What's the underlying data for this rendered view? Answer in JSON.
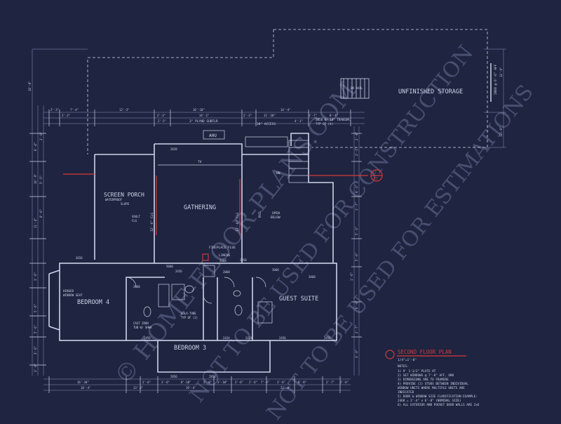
{
  "colors": {
    "background": "#1f2440",
    "line": "#cdd3ea",
    "line_dim": "#8d95b8",
    "accent_red": "#d23a3a",
    "watermark": "#6b7296"
  },
  "rooms": {
    "unfinished_storage": "UNFINISHED STORAGE",
    "screen_porch": "SCREEN PORCH",
    "gathering": "GATHERING",
    "bedroom4": "BEDROOM 4",
    "bedroom3": "BEDROOM 3",
    "guest_suite": "GUEST SUITE",
    "ahu": "AHU",
    "linens": "LINENS",
    "open_below": "OPEN",
    "open_below2": "BELOW",
    "down": "DN"
  },
  "notes_small": {
    "plywd_subfl": "3\" PLYWD SUBFLR",
    "transom": "2850 W/ 18\" TRANSOM,",
    "transom2": "TYP OF (4)",
    "access": "30\" ACCESS",
    "waterproof": "WATERPROOF",
    "slope": "SLOPE",
    "vault": "VAULT",
    "clg": "CLG",
    "fireplace_flue": "FIREPLACE FLUE",
    "hinged": "HINGED",
    "window_seat": "WINDOW SEAT",
    "cast_iron": "CAST IRON",
    "tub_shwr": "TUB W/ SHWR",
    "sola_tube": "SOLA-TUBE",
    "typ_of_2": "TYP OF (2)",
    "tv": "TV",
    "rail": "RAIL",
    "stair_rail": "DN RAIL"
  },
  "door_tags": [
    "2828",
    "5068",
    "3656",
    "2456",
    "2424",
    "2424",
    "2456",
    "2456",
    "2456",
    "2856",
    "2856",
    "2068",
    "2068",
    "5068",
    "2850",
    "2868",
    "2860"
  ],
  "ceiling_heights": [
    "12'-6\" CLG",
    "12'-6\" CLG"
  ],
  "dims_top": [
    "2'-3\"",
    "7'-4\"",
    "12'-3\"",
    "2'-3\"",
    "16'-10\"",
    "2'-3\"",
    "11'-10\"",
    "14'-4\"",
    "3'-7\"",
    "3'-3\"",
    "14'-1\"",
    "2'-5\"",
    "8'-4\"",
    "4'-1\""
  ],
  "dims_bottom": [
    "16'-10\"",
    "18'-4\"",
    "2'-6\"",
    "3'-6\"",
    "8'-10\"",
    "2'-0\"",
    "3'-10\"",
    "19'-4\"",
    "13'-2\"",
    "2'-6\"",
    "2'-6\"",
    "7'-3\"",
    "3'-6\"",
    "22'-0\"",
    "8'-8\"",
    "2'-7\"",
    "2'-6\""
  ],
  "dims_left": [
    "18'-8\"",
    "8'-4\"",
    "2'-0\"",
    "10'-9\"",
    "5'-5\"",
    "11'-4\"",
    "8'-6\"",
    "3'-6\"",
    "5'-6\"",
    "5'-6\"",
    "3'-6\"",
    "3'-0\""
  ],
  "dims_right": [
    "12'-0\"",
    "12'-0\"",
    "2'-4\"",
    "2'-1\"",
    "4'-2\"",
    "1'-7\"",
    "5'-3\"",
    "5'-0\"",
    "1'-6\"",
    "6'-0\"",
    "2'-7\"",
    "3'-0\""
  ],
  "storage_window": "2868 @ 6'-6\" AFF",
  "plan_title": "SECOND FLOOR PLAN",
  "plan_scale": "1/4\"=1'-0\"",
  "notes": {
    "heading": "NOTES:",
    "lines": [
      "1) 9' 1-1/2\" PLATE HT",
      "2) SET WINDOWS @ 7'-8\" AFF, UNO",
      "3) DIMENSIONS ARE TO FRAMING",
      "4) PROVIDE (2) STUDS BETWEEN INDIVIDUAL",
      "   WINDOW UNITS WHERE MULTIPLE UNITS ARE",
      "   INDICATED",
      "5) DOOR & WINDOW SIZE CLARIFICATION EXAMPLE:",
      "   2468 = 2'-4\" x 6'-8\" (NOMINAL SIZE)",
      "6) ALL EXTERIOR AND POCKET DOOR WALLS ARE 2x6"
    ]
  },
  "section_marker": {
    "number": "1",
    "sheet": "A5"
  },
  "watermark": {
    "line1": "© HOME-FLOOR-PLANS.COM",
    "line2": "NOT TO BE USED FOR CONSTRUCTION",
    "line3": "NOT TO BE USED FOR ESTIMATIONS"
  }
}
